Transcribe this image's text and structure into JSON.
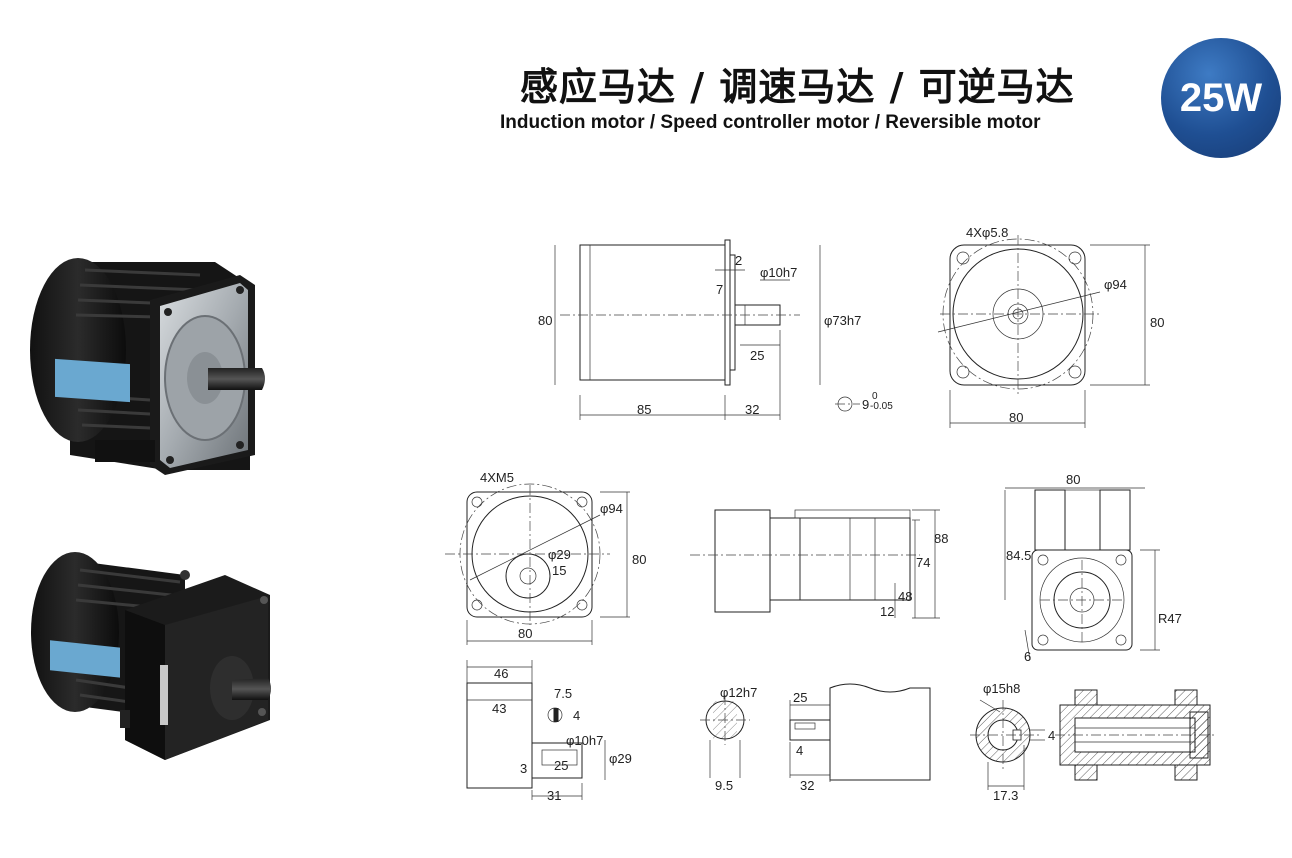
{
  "header": {
    "title_cn": "感应马达 / 调速马达 / 可逆马达",
    "title_en": "Induction motor / Speed controller motor / Reversible motor",
    "power_badge": "25W",
    "badge_color": "#1f4f93"
  },
  "drawing1_side": {
    "height": "80",
    "len_body": "85",
    "len_front": "32",
    "step": "2",
    "step2": "7",
    "shaft_dia": "φ10h7",
    "pilot_dia": "φ73h7",
    "key_len": "25",
    "key_tol_base": "9",
    "key_tol_upper": "0",
    "key_tol_lower": "-0.05"
  },
  "drawing1_front": {
    "holes": "4Xφ5.8",
    "pcd": "φ94",
    "height": "80",
    "width": "80"
  },
  "drawing2_front": {
    "taps": "4XM5",
    "pcd": "φ94",
    "boss": "φ29",
    "offset": "15",
    "height": "80",
    "width": "80"
  },
  "drawing2_side": {
    "h88": "88",
    "h74": "74",
    "h48": "48",
    "h12": "12"
  },
  "drawing2_rear": {
    "width": "80",
    "h845": "84.5",
    "radius": "R47",
    "small": "6"
  },
  "shaft_a": {
    "l46": "46",
    "l43": "43",
    "key": "7.5",
    "key_h": "4",
    "dia": "φ10h7",
    "dia29": "φ29",
    "l25": "25",
    "l3": "3",
    "l31": "31"
  },
  "shaft_b": {
    "dia": "φ12h7",
    "l25": "25",
    "l4": "4",
    "flat": "9.5",
    "l32": "32"
  },
  "shaft_c": {
    "dia": "φ15h8",
    "key": "4",
    "width": "17.3"
  }
}
